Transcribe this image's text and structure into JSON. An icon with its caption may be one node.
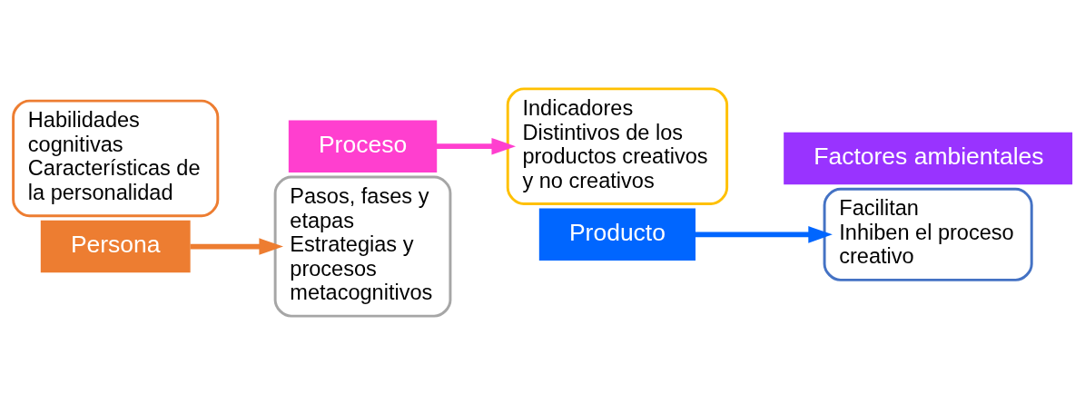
{
  "diagram": {
    "nodes": [
      {
        "text": [
          "Habilidades cognitivas",
          "Características de la personalidad"
        ]
      },
      {
        "text": [
          "Persona"
        ]
      },
      {
        "text": [
          "Pasos, fases y etapas",
          "Estrategias y procesos metacognitivos"
        ]
      },
      {
        "text": [
          "Proceso"
        ]
      },
      {
        "text": [
          "Indicadores",
          "Distintivos de los productos creativos y no creativos"
        ]
      },
      {
        "text": [
          "Producto"
        ]
      },
      {
        "text": [
          "Facilitan",
          "Inhiben el proceso creativo"
        ]
      },
      {
        "text": [
          "Factores ambientales"
        ]
      }
    ],
    "edges": [
      {
        "from": 1,
        "to": 2,
        "arrow": "to",
        "color": "#ed7d31"
      },
      {
        "from": 3,
        "to": 4,
        "arrow": "to",
        "color": "#ff3fcf"
      },
      {
        "from": 5,
        "to": 6,
        "arrow": "to",
        "color": "#0066ff"
      }
    ]
  }
}
